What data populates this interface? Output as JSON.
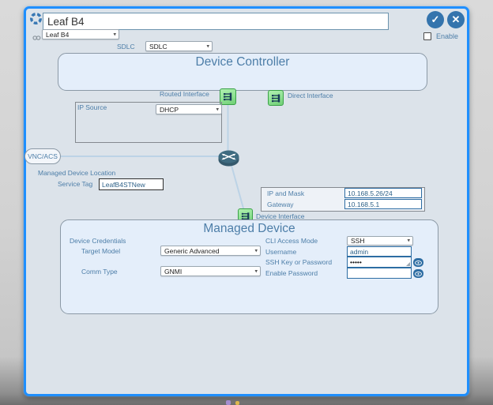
{
  "header": {
    "title_value": "Leaf B4",
    "name_select_value": "Leaf B4",
    "enable_label": "Enable",
    "sdlc_label": "SDLC",
    "sdlc_select_value": "SDLC"
  },
  "device_controller": {
    "title": "Device Controller",
    "routed_interface_label": "Routed Interface",
    "direct_interface_label": "Direct Interface",
    "ip_source_label": "IP Source",
    "ip_source_value": "DHCP"
  },
  "middle": {
    "vnc_acs_label": "VNC/ACS",
    "managed_device_location_label": "Managed Device Location",
    "service_tag_label": "Service Tag",
    "service_tag_value": "LeafB4STNew",
    "ip_and_mask_label": "IP and Mask",
    "ip_and_mask_value": "10.168.5.26/24",
    "gateway_label": "Gateway",
    "gateway_value": "10.168.5.1",
    "device_interface_label": "Device Interface"
  },
  "managed_device": {
    "title": "Managed Device",
    "device_credentials_label": "Device Credentials",
    "target_model_label": "Target Model",
    "target_model_value": "Generic Advanced",
    "comm_type_label": "Comm Type",
    "comm_type_value": "GNMI",
    "cli_access_mode_label": "CLI Access Mode",
    "cli_access_mode_value": "SSH",
    "username_label": "Username",
    "username_value": "admin",
    "ssh_key_label": "SSH Key or Password",
    "ssh_key_value": "•••••",
    "enable_password_label": "Enable Password",
    "enable_password_value": ""
  },
  "icons": {
    "confirm_glyph": "✓",
    "close_glyph": "✕",
    "caret_glyph": "▾"
  },
  "colors": {
    "dialog_border": "#1f8fff",
    "accent_blue": "#3474ad",
    "label_blue": "#4d7ea8",
    "input_border_blue": "#2d6da3",
    "port_green": "#8fe293",
    "router_teal": "#3f6b80",
    "wire_blue": "#bcd3e6"
  }
}
